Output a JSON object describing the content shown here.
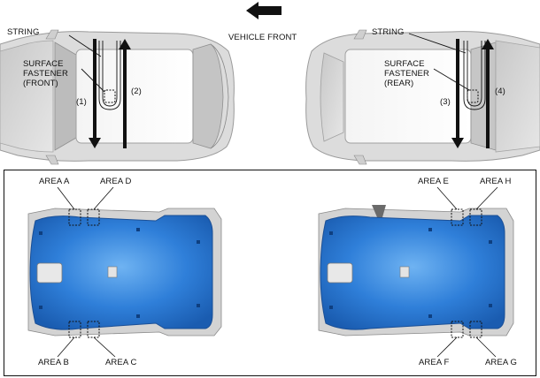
{
  "header": {
    "direction_label": "VEHICLE FRONT",
    "direction_icon": "left-arrow-icon"
  },
  "top_left": {
    "string_label": "STRING",
    "fastener_label": "SURFACE\nFASTENER\n(FRONT)",
    "step1": "(1)",
    "step2": "(2)"
  },
  "top_right": {
    "string_label": "STRING",
    "fastener_label": "SURFACE\nFASTENER\n(REAR)",
    "step3": "(3)",
    "step4": "(4)"
  },
  "areas": {
    "a": "AREA A",
    "b": "AREA B",
    "c": "AREA C",
    "d": "AREA D",
    "e": "AREA E",
    "f": "AREA F",
    "g": "AREA G",
    "h": "AREA H"
  },
  "colors": {
    "headliner": "#2f7fd9",
    "headliner_dark": "#1a5cb0",
    "car_body": "#d9d9d9",
    "outline": "#111111"
  }
}
